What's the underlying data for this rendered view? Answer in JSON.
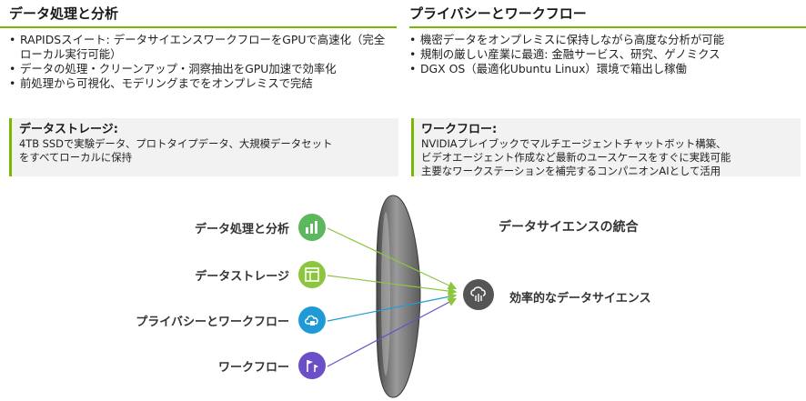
{
  "left_section": {
    "title": "データ処理と分析",
    "bullets": [
      "RAPIDSスイート: データサイエンスワークフローをGPUで高速化（完全ローカル実行可能）",
      "データの処理・クリーンアップ・洞察抽出をGPU加速で効率化",
      "前処理から可視化、モデリングまでをオンプレミスで完結"
    ],
    "callout": {
      "title": "データストレージ:",
      "body": "4TB SSDで実験データ、プロトタイプデータ、大規模データセット\nをすべてローカルに保持"
    }
  },
  "right_section": {
    "title": "プライバシーとワークフロー",
    "bullets": [
      "機密データをオンプレミスに保持しながら高度な分析が可能",
      "規制の厳しい産業に最適: 金融サービス、研究、ゲノミクス",
      "DGX OS（最適化Ubuntu Linux）環境で箱出し稼働"
    ],
    "callout": {
      "title": "ワークフロー:",
      "body": "NVIDIAプレイブックでマルチエージェントチャットボット構築、\nビデオエージェント作成など最新のユースケースをすぐに実践可能\n主要なワークステーションを補完するコンパニオンAIとして活用"
    }
  },
  "diagram": {
    "nodes": [
      {
        "label": "データ処理と分析",
        "icon": "bar-chart-grid-icon",
        "color": "#5cb85c"
      },
      {
        "label": "データストレージ",
        "icon": "storage-panel-icon",
        "color": "#8cc63f"
      },
      {
        "label": "プライバシーとワークフロー",
        "icon": "cloud-lock-icon",
        "color": "#1e9ad6"
      },
      {
        "label": "ワークフロー",
        "icon": "workflow-flags-icon",
        "color": "#6a4fc8"
      }
    ],
    "lens_title": "データサイエンスの統合",
    "result": {
      "label": "効率的なデータサイエンス",
      "icon": "cloud-circuit-icon"
    }
  },
  "colors": {
    "accent": "#76b900",
    "callout_bg": "#f2f2f2",
    "lens": "#6e6e6e"
  }
}
